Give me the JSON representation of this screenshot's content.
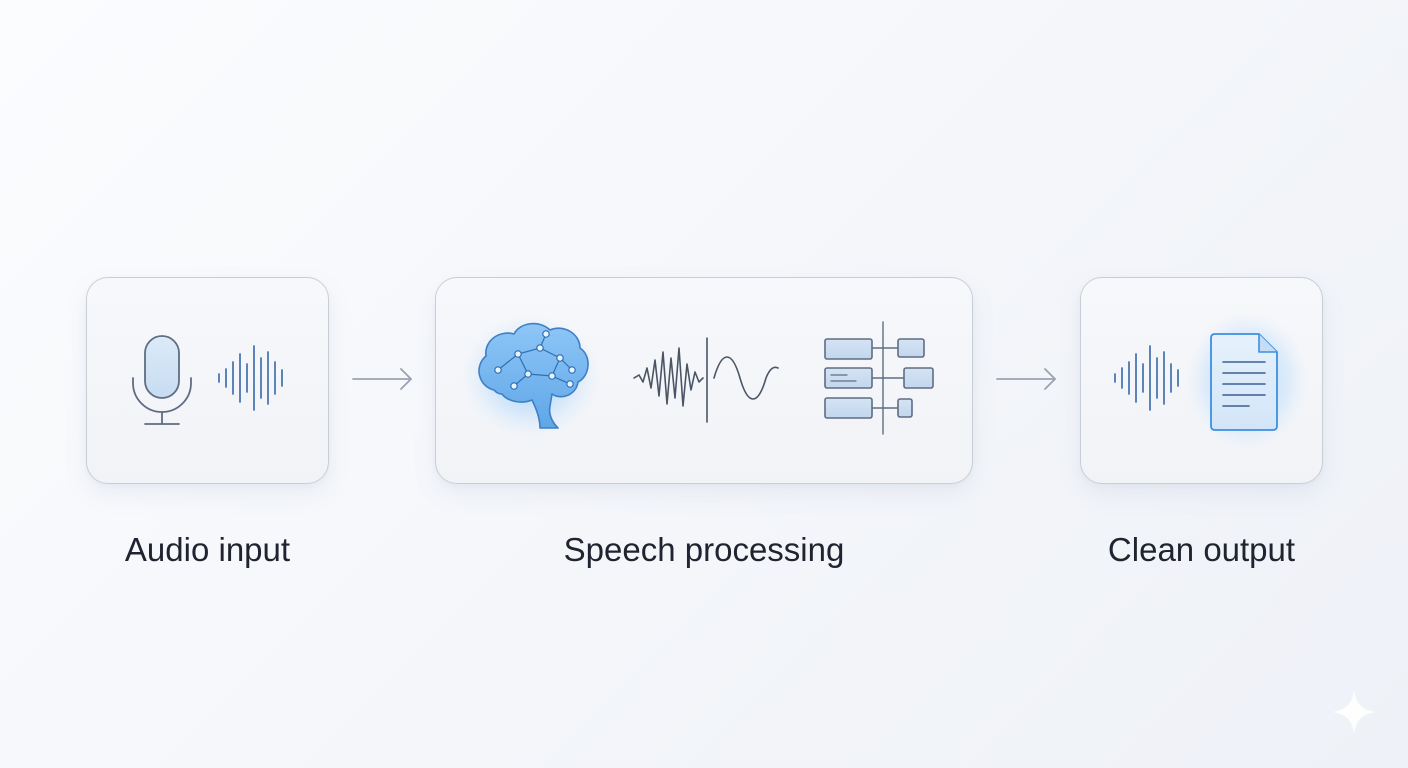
{
  "steps": [
    {
      "label": "Audio input",
      "icons": [
        "microphone-icon",
        "sound-wave-icon"
      ]
    },
    {
      "label": "Speech processing",
      "icons": [
        "brain-network-icon",
        "waveform-to-sine-icon",
        "structure-blocks-icon"
      ]
    },
    {
      "label": "Clean output",
      "icons": [
        "sound-wave-icon",
        "document-icon"
      ]
    }
  ],
  "colors": {
    "accent": "#3d8fe0",
    "accent_glow": "#6db8ff",
    "line": "#5d6b80",
    "card_border": "#c9ced6",
    "text": "#1f2430"
  }
}
